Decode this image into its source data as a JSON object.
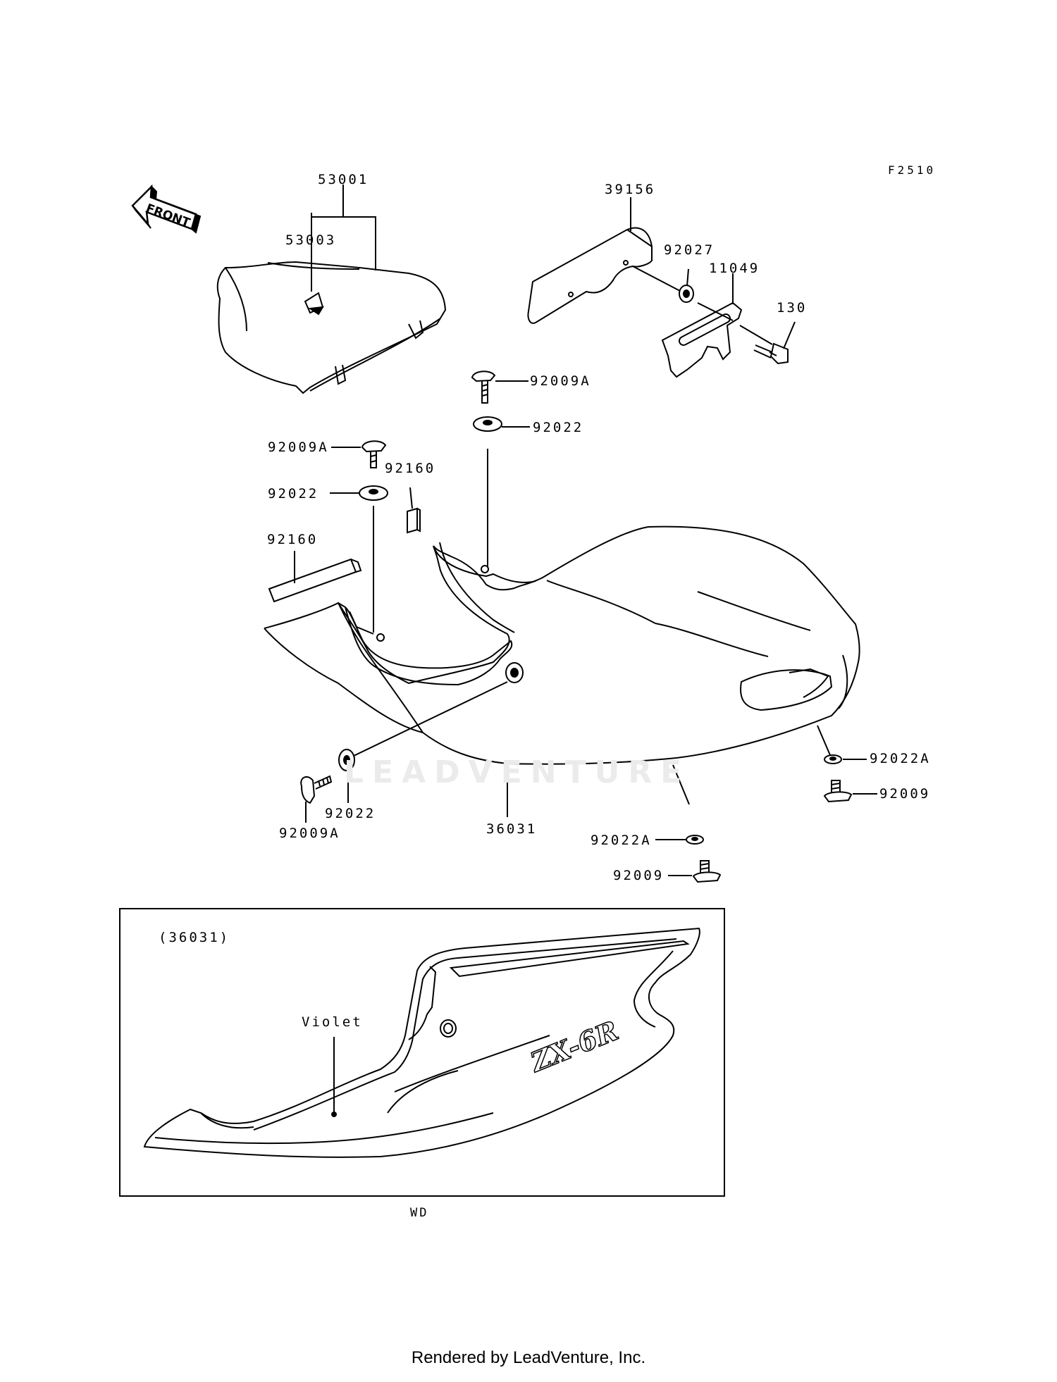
{
  "diagram_code": "F2510",
  "front_arrow_label": "FRONT",
  "part_labels": {
    "seat_assy": "53001",
    "seat_sub": "53003",
    "pad_39156": "39156",
    "washer_92027": "92027",
    "bracket_11049": "11049",
    "bolt_130": "130",
    "screw_92009a_upper": "92009A",
    "washer_92022_upper": "92022",
    "screw_92009a_left": "92009A",
    "spacer_92160_small": "92160",
    "washer_92022_left": "92022",
    "spacer_92160_strip": "92160",
    "washer_92022a_right": "92022A",
    "screw_92009_right": "92009",
    "washer_92022_bottom": "92022",
    "screw_92009a_bottom": "92009A",
    "cover_36031": "36031",
    "washer_92022a_bottom": "92022A",
    "screw_92009_bottom": "92009"
  },
  "inset": {
    "part_ref": "(36031)",
    "color_note": "Violet",
    "logo_text": "ZX-6R",
    "region_code": "WD"
  },
  "watermark": "LEADVENTURE",
  "footer": "Rendered by LeadVenture, Inc."
}
